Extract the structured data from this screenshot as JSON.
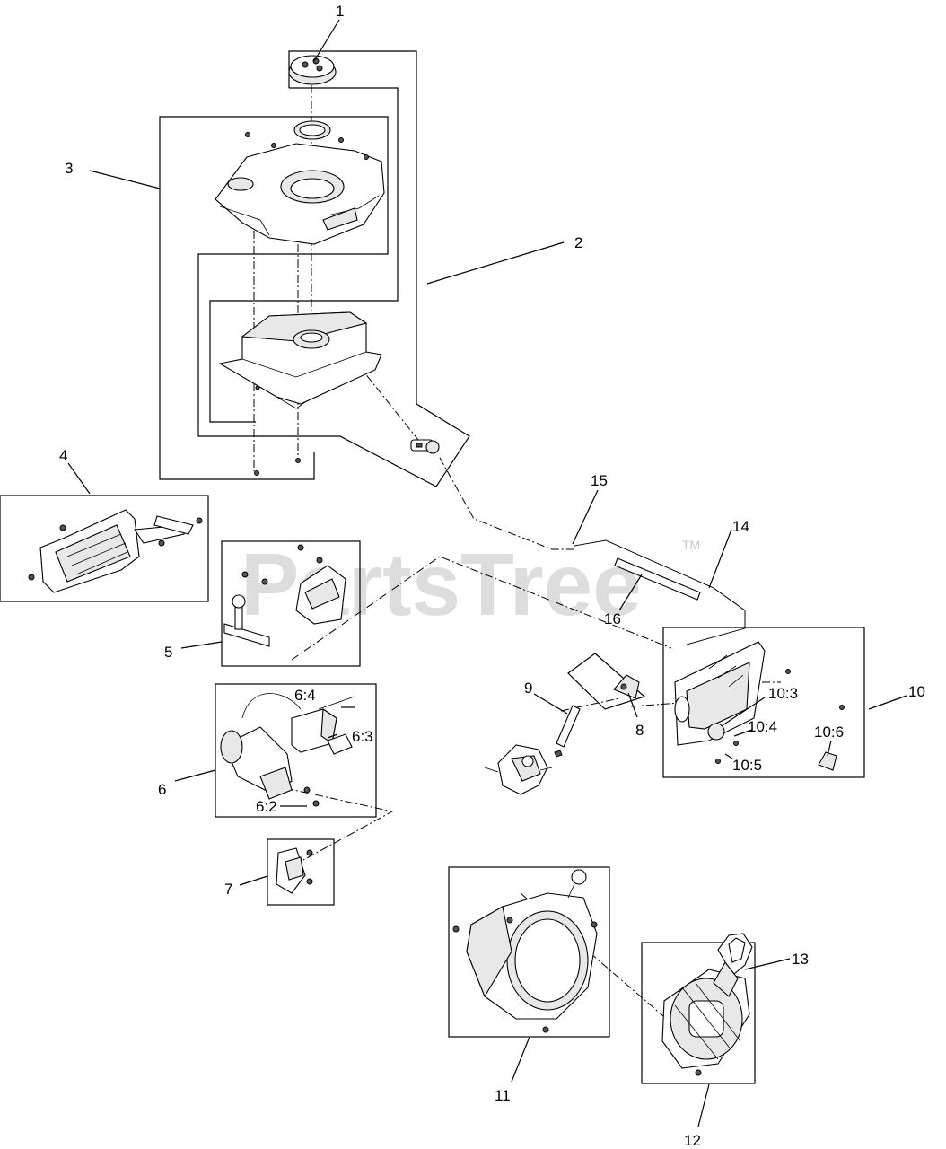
{
  "watermark": {
    "text": "PartsTree",
    "tm": "TM"
  },
  "callouts": {
    "c1": "1",
    "c2": "2",
    "c3": "3",
    "c4": "4",
    "c5": "5",
    "c6": "6",
    "c6_2": "6:2",
    "c6_3": "6:3",
    "c6_4": "6:4",
    "c7": "7",
    "c8": "8",
    "c9": "9",
    "c10": "10",
    "c10_3": "10:3",
    "c10_4": "10:4",
    "c10_5": "10:5",
    "c10_6": "10:6",
    "c11": "11",
    "c12": "12",
    "c13": "13",
    "c14": "14",
    "c15": "15",
    "c16": "16"
  }
}
